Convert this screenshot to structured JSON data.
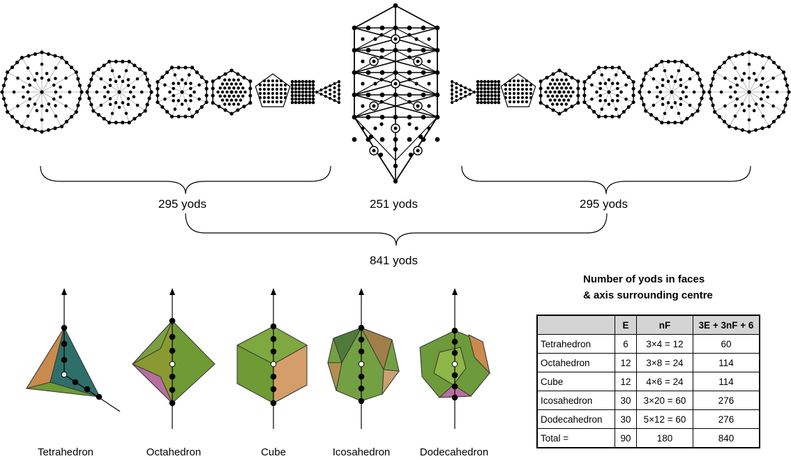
{
  "counts": {
    "left": "295 yods",
    "center": "251 yods",
    "right": "295 yods",
    "total": "841 yods"
  },
  "polyhedra": [
    "Tetrahedron",
    "Octahedron",
    "Cube",
    "Icosahedron",
    "Dodecahedron"
  ],
  "table": {
    "title_line1": "Number of yods in faces",
    "title_line2": "& axis surrounding centre",
    "headers": [
      "",
      "E",
      "nF",
      "3E + 3nF + 6"
    ],
    "rows": [
      [
        "Tetrahedron",
        "6",
        "3×4 = 12",
        "60"
      ],
      [
        "Octahedron",
        "12",
        "3×8 = 24",
        "114"
      ],
      [
        "Cube",
        "12",
        "4×6 = 24",
        "114"
      ],
      [
        "Icosahedron",
        "30",
        "3×20 = 60",
        "276"
      ],
      [
        "Dodecahedron",
        "30",
        "5×12 = 60",
        "276"
      ],
      [
        "Total =",
        "90",
        "180",
        "840"
      ]
    ]
  },
  "colors": {
    "green": "#6e9b34",
    "orange": "#c98a4e",
    "teal": "#2f6f6a",
    "olive": "#8a9a30",
    "pink": "#b86fa0"
  }
}
